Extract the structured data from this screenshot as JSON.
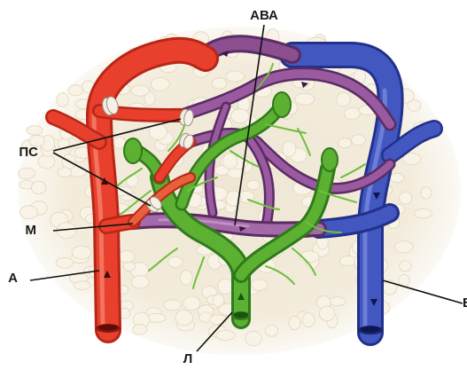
{
  "labels": {
    "ava": "АВА",
    "ps": "ПС",
    "m": "М",
    "a": "А",
    "l": "Л",
    "v": "В"
  },
  "colors": {
    "background_tissue": "#efe7d4",
    "cell": "#f8f3e6",
    "artery": "#e8402c",
    "artery_dark": "#b72618",
    "vein": "#4257c0",
    "vein_dark": "#22318a",
    "capillary": "#8b4f8f",
    "capillary_dark": "#5a2c63",
    "lymph": "#5cb032",
    "lymph_dark": "#2f7a1a",
    "sphincter": "#f1ece2"
  },
  "icons": {
    "flow_arrows": "arrow-icon"
  }
}
